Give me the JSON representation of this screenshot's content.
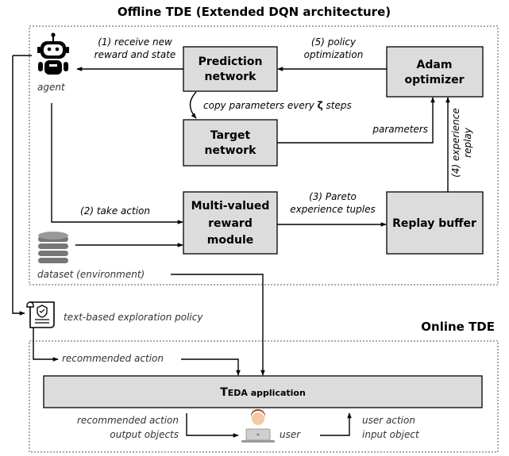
{
  "offline": {
    "title": "Offline TDE (Extended DQN architecture)",
    "boxes": {
      "prediction": [
        "Prediction",
        "network"
      ],
      "adam": [
        "Adam",
        "optimizer"
      ],
      "target": [
        "Target",
        "network"
      ],
      "reward": [
        "Multi-valued",
        "reward",
        "module"
      ],
      "replay": "Replay buffer"
    },
    "labels": {
      "receive": [
        "(1) receive new",
        "reward and state"
      ],
      "policy_opt": [
        "(5) policy",
        "optimization"
      ],
      "copy_params": [
        "copy parameters every ",
        "ζ",
        " steps"
      ],
      "parameters": "parameters",
      "experience_replay": [
        "(4) experience",
        "replay"
      ],
      "take_action": "(2) take action",
      "pareto": [
        "(3) Pareto",
        "experience tuples"
      ],
      "agent": "agent",
      "dataset": "dataset (environment)"
    }
  },
  "middle": {
    "exploration_policy": "text-based exploration policy"
  },
  "online": {
    "title": "Online TDE",
    "recommended_action": "recommended action",
    "app": {
      "prefix": "T",
      "suffix": "EDA application"
    },
    "bottom_left": [
      "recommended action",
      "output objects"
    ],
    "user": "user",
    "bottom_right": [
      "user action",
      "input object"
    ]
  },
  "icons": [
    "robot-icon",
    "database-icon",
    "policy-scroll-icon",
    "user-laptop-icon"
  ]
}
